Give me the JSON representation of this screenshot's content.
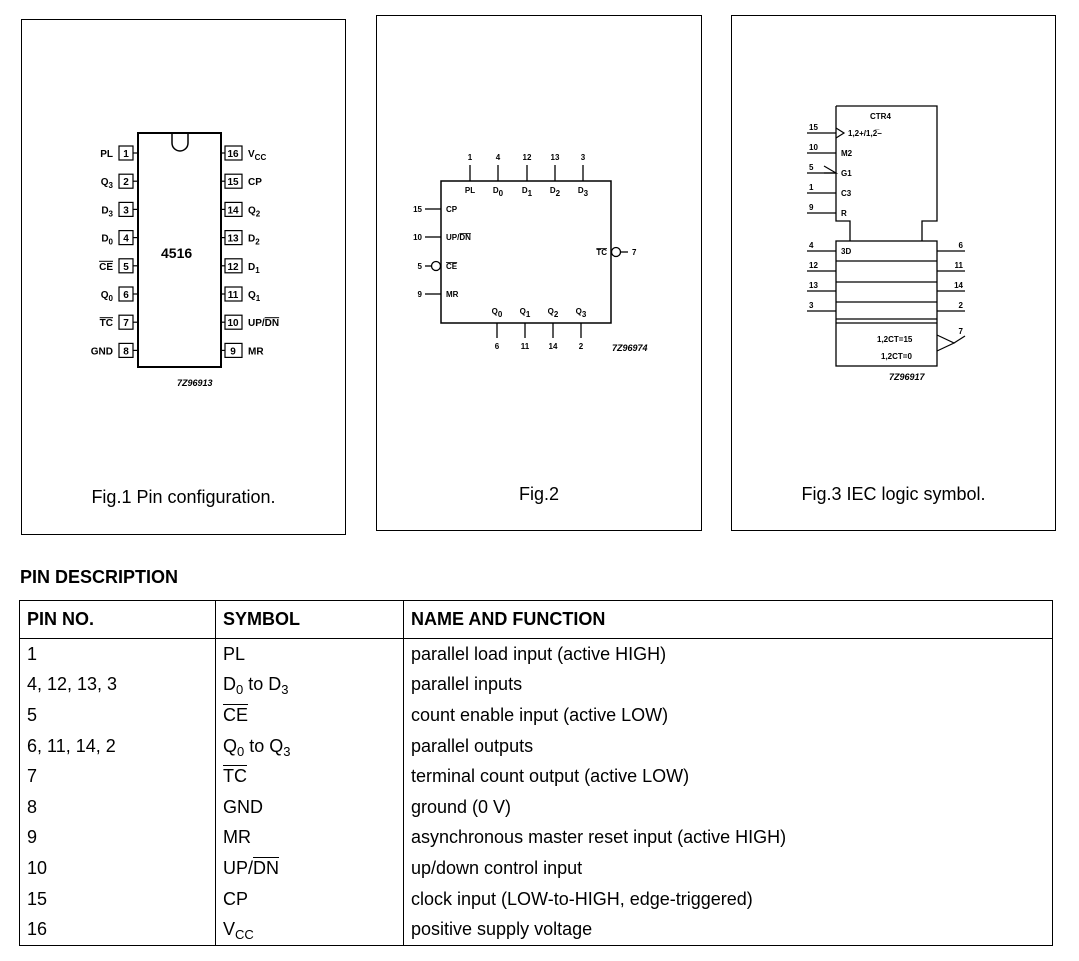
{
  "fig1": {
    "caption": "Fig.1  Pin configuration.",
    "chip_label": "4516",
    "code": "7Z96913",
    "left_pins": [
      {
        "num": "1",
        "label": "PL"
      },
      {
        "num": "2",
        "label": "Q3"
      },
      {
        "num": "3",
        "label": "D3"
      },
      {
        "num": "4",
        "label": "D0"
      },
      {
        "num": "5",
        "label": "CE"
      },
      {
        "num": "6",
        "label": "Q0"
      },
      {
        "num": "7",
        "label": "TC"
      },
      {
        "num": "8",
        "label": "GND"
      }
    ],
    "right_pins": [
      {
        "num": "16",
        "label": "VCC"
      },
      {
        "num": "15",
        "label": "CP"
      },
      {
        "num": "14",
        "label": "Q2"
      },
      {
        "num": "13",
        "label": "D2"
      },
      {
        "num": "12",
        "label": "D1"
      },
      {
        "num": "11",
        "label": "Q1"
      },
      {
        "num": "10",
        "label": "UP/DN"
      },
      {
        "num": "9",
        "label": "MR"
      }
    ]
  },
  "fig2": {
    "caption": "Fig.2",
    "code": "7Z96974",
    "top_pins": [
      {
        "num": "1",
        "label": "PL"
      },
      {
        "num": "4",
        "label": "D0"
      },
      {
        "num": "12",
        "label": "D1"
      },
      {
        "num": "13",
        "label": "D2"
      },
      {
        "num": "3",
        "label": "D3"
      }
    ],
    "left_pins": [
      {
        "num": "15",
        "label": "CP"
      },
      {
        "num": "10",
        "label": "UP/DN"
      },
      {
        "num": "5",
        "label": "CE"
      },
      {
        "num": "9",
        "label": "MR"
      }
    ],
    "right_pins": [
      {
        "num": "7",
        "label": "TC"
      }
    ],
    "bottom_pins": [
      {
        "num": "6",
        "label": "Q0"
      },
      {
        "num": "11",
        "label": "Q1"
      },
      {
        "num": "14",
        "label": "Q2"
      },
      {
        "num": "2",
        "label": "Q3"
      }
    ]
  },
  "fig3": {
    "caption": "Fig.3  IEC logic symbol.",
    "code": "7Z96917",
    "title": "CTR4",
    "control_inputs": [
      {
        "num": "15",
        "label": "1,2+/1,2̅−"
      },
      {
        "num": "10",
        "label": "M2"
      },
      {
        "num": "5",
        "label": "G1"
      },
      {
        "num": "1",
        "label": "C3"
      },
      {
        "num": "9",
        "label": "R"
      }
    ],
    "data_inputs": [
      "4",
      "12",
      "13",
      "3"
    ],
    "data_outputs": [
      "6",
      "11",
      "14",
      "2"
    ],
    "data_label": "3D",
    "tc_pin": "7",
    "tc_labels": [
      "1,2CT=15",
      "1,2CT=0"
    ]
  },
  "pin_description": {
    "title": "PIN DESCRIPTION",
    "headers": [
      "PIN NO.",
      "SYMBOL",
      "NAME AND FUNCTION"
    ],
    "rows": [
      {
        "pin": "1",
        "symbol": "PL",
        "function": "parallel load input (active HIGH)"
      },
      {
        "pin": "4, 12, 13, 3",
        "symbol": "D0 to D3",
        "function": "parallel inputs"
      },
      {
        "pin": "5",
        "symbol": "CE",
        "function": "count enable input (active LOW)"
      },
      {
        "pin": "6, 11, 14, 2",
        "symbol": "Q0 to Q3",
        "function": "parallel outputs"
      },
      {
        "pin": "7",
        "symbol": "TC",
        "function": "terminal count output (active LOW)"
      },
      {
        "pin": "8",
        "symbol": "GND",
        "function": "ground (0 V)"
      },
      {
        "pin": "9",
        "symbol": "MR",
        "function": "asynchronous master reset input (active HIGH)"
      },
      {
        "pin": "10",
        "symbol": "UP/DN",
        "function": "up/down control input"
      },
      {
        "pin": "15",
        "symbol": "CP",
        "function": "clock input (LOW-to-HIGH, edge-triggered)"
      },
      {
        "pin": "16",
        "symbol": "VCC",
        "function": "positive supply voltage"
      }
    ]
  }
}
